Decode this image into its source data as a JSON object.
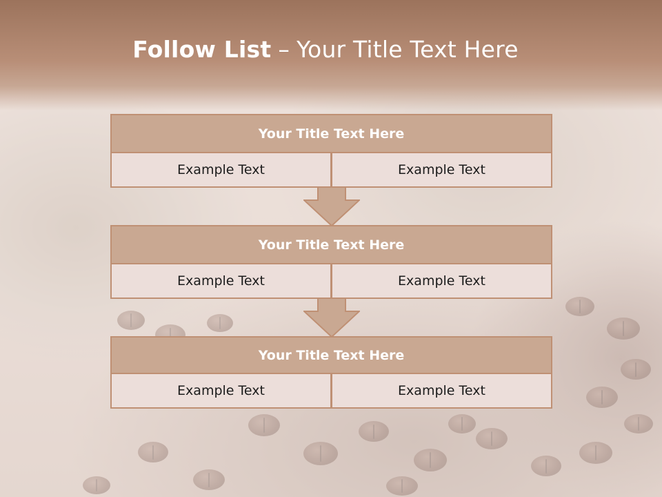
{
  "slide": {
    "title_bold": "Follow List",
    "title_dash": "–",
    "title_rest": "Your Title Text Here"
  },
  "blocks": [
    {
      "title": "Your Title Text Here",
      "left": "Example Text",
      "right": "Example Text"
    },
    {
      "title": "Your Title Text Here",
      "left": "Example Text",
      "right": "Example Text"
    },
    {
      "title": "Your Title Text Here",
      "left": "Example Text",
      "right": "Example Text"
    }
  ],
  "colors": {
    "header": "#9c735c",
    "title_cell": "#c9a892",
    "body_cell": "#ecdeda",
    "border": "#bf9074"
  },
  "icons": [
    "down-arrow-icon",
    "down-arrow-icon"
  ]
}
